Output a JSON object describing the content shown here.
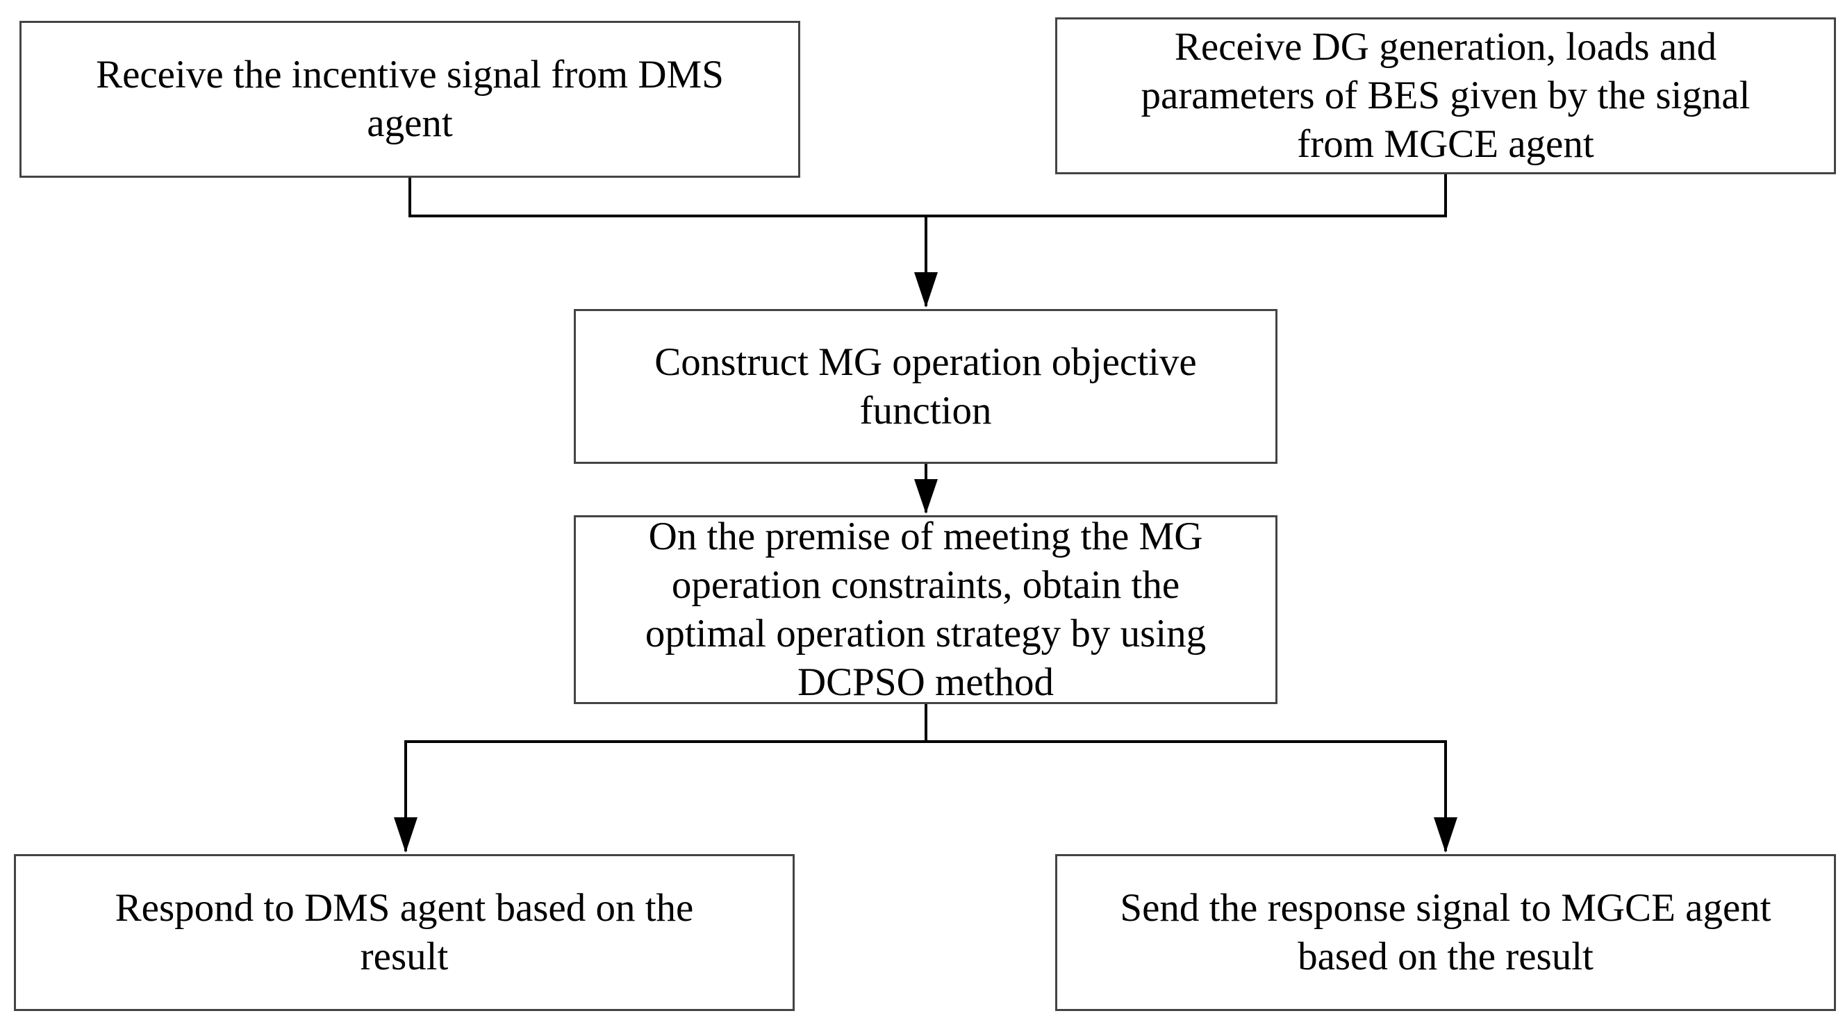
{
  "diagram": {
    "nodes": {
      "dms_signal": {
        "text": "Receive the incentive signal from DMS\nagent"
      },
      "mgce_data": {
        "text": "Receive DG generation, loads and\nparameters of BES given by the signal\nfrom MGCE agent"
      },
      "objective": {
        "text": "Construct MG operation objective\nfunction"
      },
      "strategy": {
        "text": "On the premise of meeting the MG\noperation constraints, obtain the\noptimal operation strategy by using\nDCPSO method"
      },
      "respond": {
        "text": "Respond to DMS agent based on the\nresult"
      },
      "send": {
        "text": "Send the response signal to MGCE agent\nbased on the result"
      }
    },
    "edges": [
      {
        "from": "dms_signal",
        "to": "objective"
      },
      {
        "from": "mgce_data",
        "to": "objective"
      },
      {
        "from": "objective",
        "to": "strategy"
      },
      {
        "from": "strategy",
        "to": "respond"
      },
      {
        "from": "strategy",
        "to": "send"
      }
    ],
    "colors": {
      "line": "#000000",
      "border": "#444444",
      "background": "#ffffff"
    }
  }
}
